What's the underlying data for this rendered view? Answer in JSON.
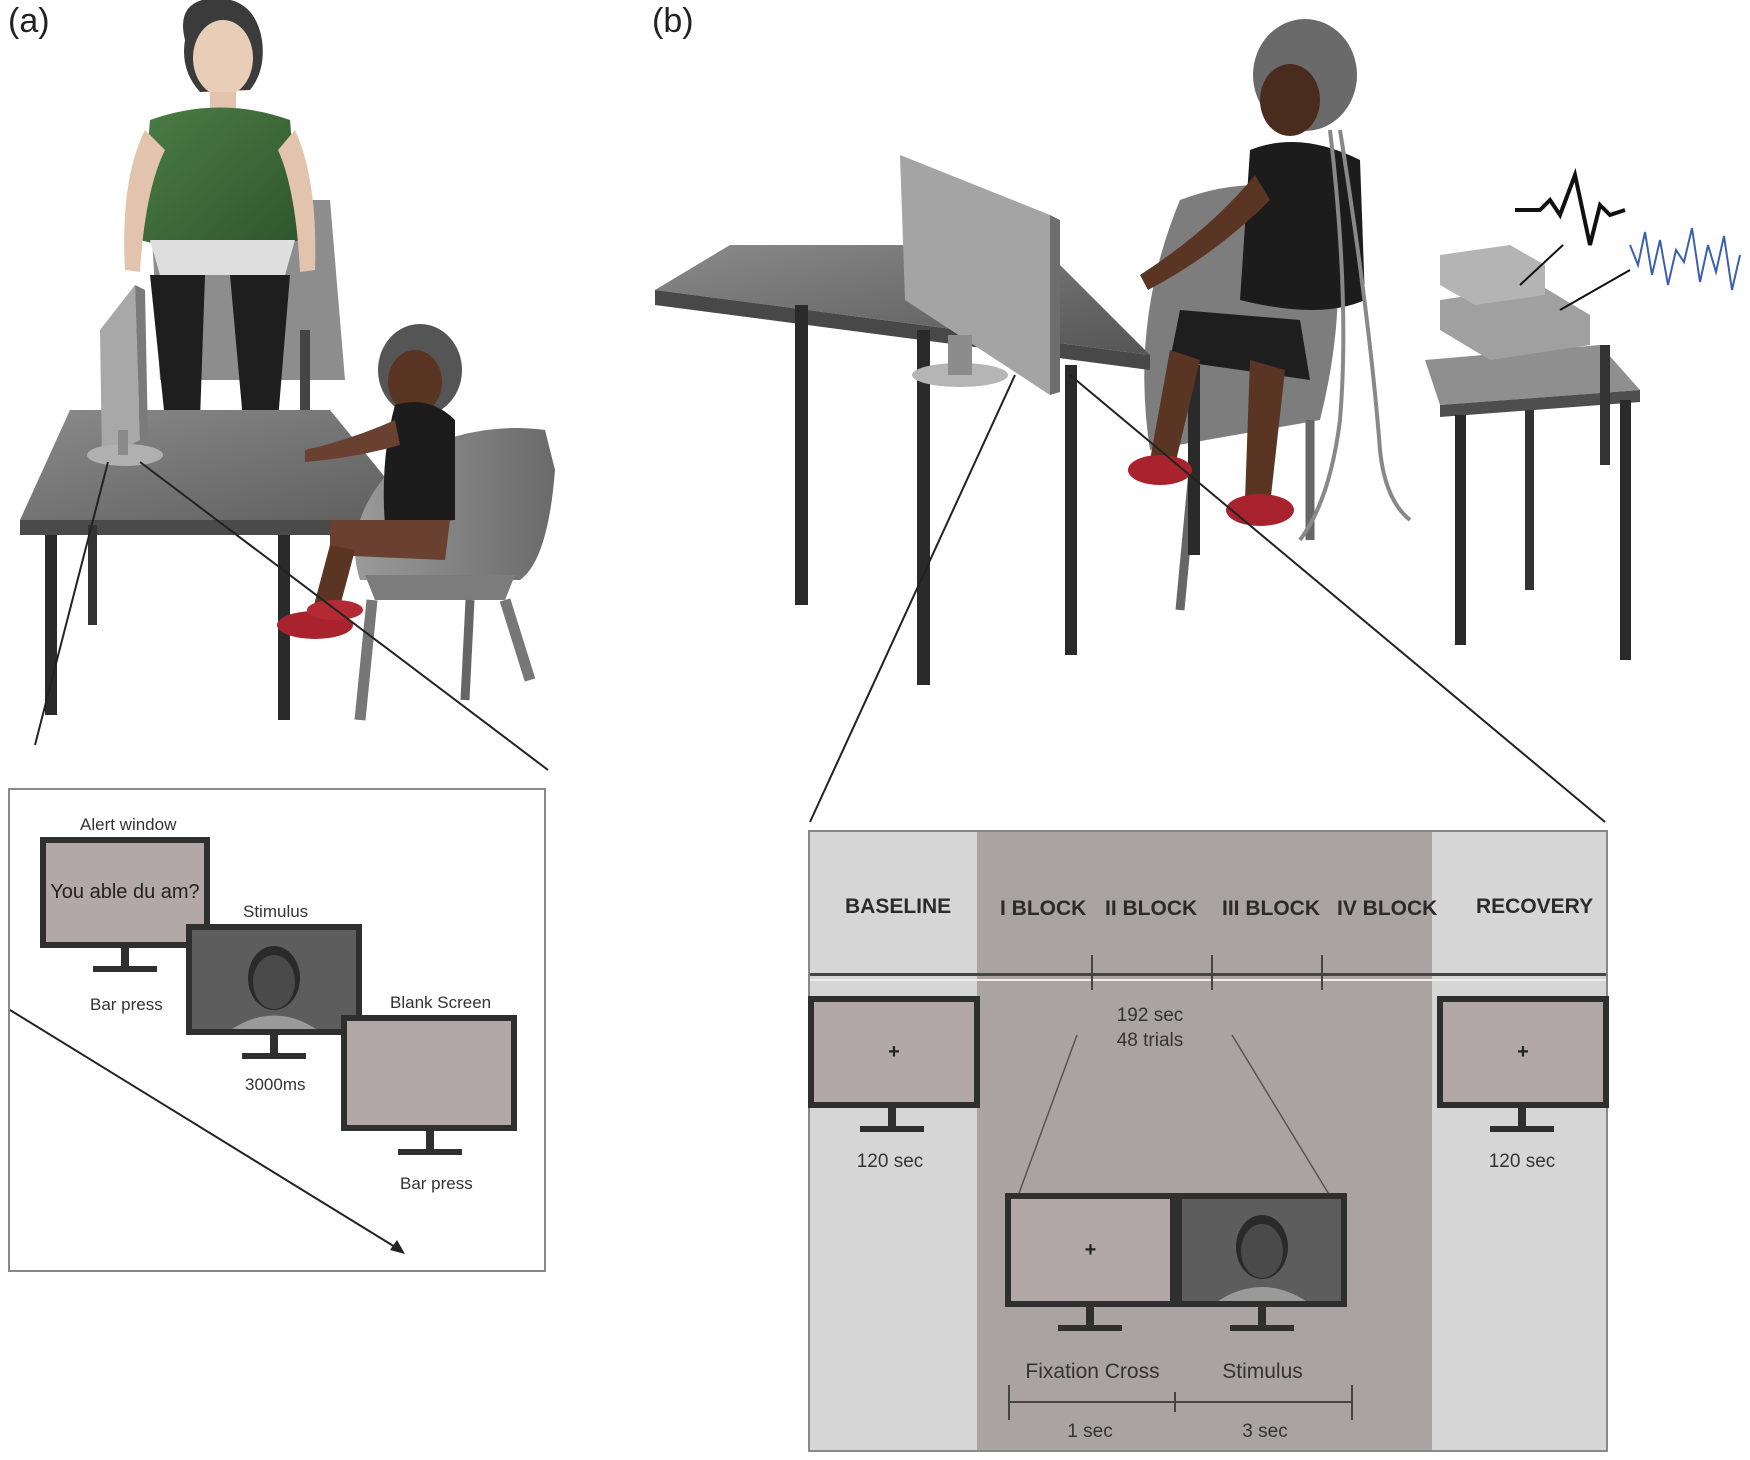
{
  "panel_a": {
    "label": "(a)",
    "screens": {
      "alert_title": "Alert window",
      "alert_text": "You able du am?",
      "alert_response": "Bar press",
      "stimulus_title": "Stimulus",
      "stimulus_duration": "3000ms",
      "blank_title": "Blank Screen",
      "blank_response": "Bar press"
    }
  },
  "panel_b": {
    "label": "(b)",
    "phases": {
      "baseline": "BASELINE",
      "block1": "I BLOCK",
      "block2": "II BLOCK",
      "block3": "III BLOCK",
      "block4": "IV BLOCK",
      "recovery": "RECOVERY"
    },
    "baseline_cross": "+",
    "baseline_duration": "120 sec",
    "recovery_cross": "+",
    "recovery_duration": "120 sec",
    "block_duration": "192 sec",
    "block_trials": "48 trials",
    "trial": {
      "fixation_cross": "+",
      "fixation_label": "Fixation Cross",
      "fixation_duration": "1 sec",
      "stimulus_label": "Stimulus",
      "stimulus_duration": "3 sec"
    }
  },
  "colors": {
    "shirt_green": "#3f6b3a",
    "skin_light": "#e2c4ae",
    "skin_dark": "#5a3524",
    "shoe_red": "#a8232e",
    "furniture_gray": "#6b6b6b",
    "signal_blue": "#3b5fb0"
  }
}
